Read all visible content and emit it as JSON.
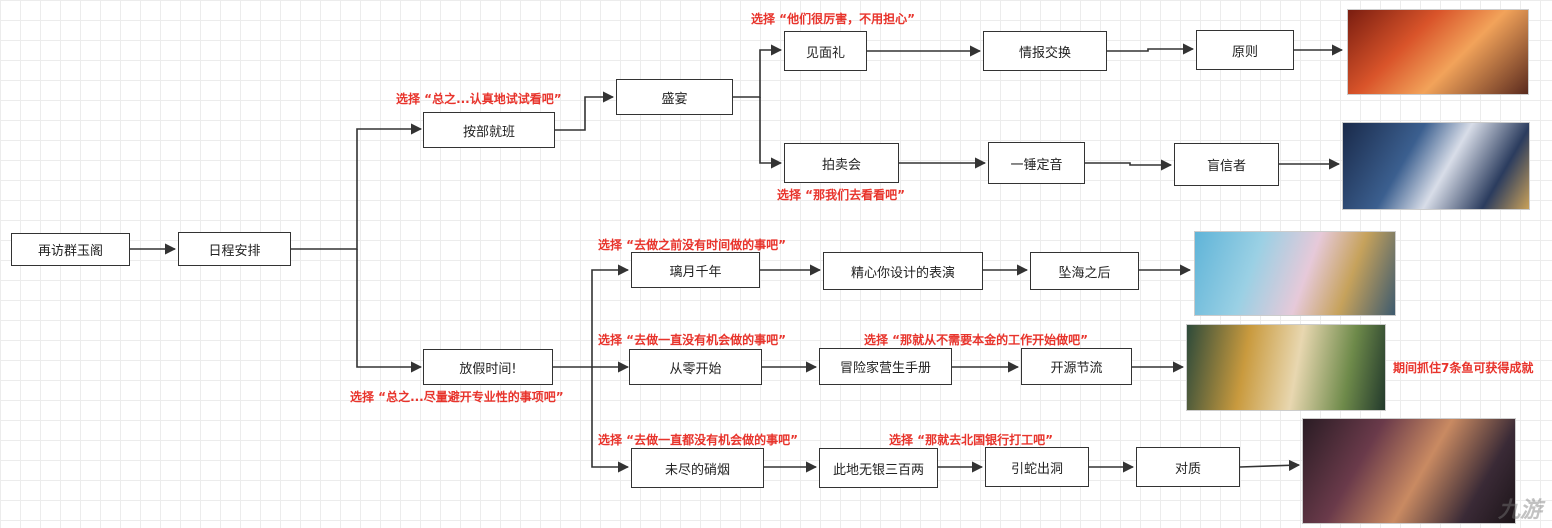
{
  "nodes": {
    "revisit": "再访群玉阁",
    "schedule": "日程安排",
    "routine": "按部就班",
    "holiday": "放假时间!",
    "banquet": "盛宴",
    "gift": "见面礼",
    "auction": "拍卖会",
    "intel": "情报交换",
    "gavel": "一锤定音",
    "principle": "原则",
    "believer": "盲信者",
    "liuli": "璃月千年",
    "performance": "精心你设计的表演",
    "afterfall": "坠海之后",
    "scratch": "从零开始",
    "handbook": "冒险家营生手册",
    "opensource": "开源节流",
    "smoke": "未尽的硝烟",
    "noSilver": "此地无银三百两",
    "lure": "引蛇出洞",
    "confront": "对质"
  },
  "notes": {
    "gift": "选择 “他们很厉害，不用担心”",
    "routine": "选择 “总之...认真地试试看吧”",
    "auction": "选择 “那我们去看看吧”",
    "liuli": "选择 “去做之前没有时间做的事吧”",
    "scratch": "选择 “去做一直没有机会做的事吧”",
    "handbook": "选择 “那就从不需要本金的工作开始做吧”",
    "holiday": "选择 “总之...尽量避开专业性的事项吧”",
    "smoke": "选择 “去做一直都没有机会做的事吧”",
    "noSilver": "选择 “那就去北国银行打工吧”",
    "fish": "期间抓住7条鱼可获得成就"
  },
  "watermark": "九游",
  "colors": {
    "note": "#e8342c",
    "line": "#333333"
  }
}
